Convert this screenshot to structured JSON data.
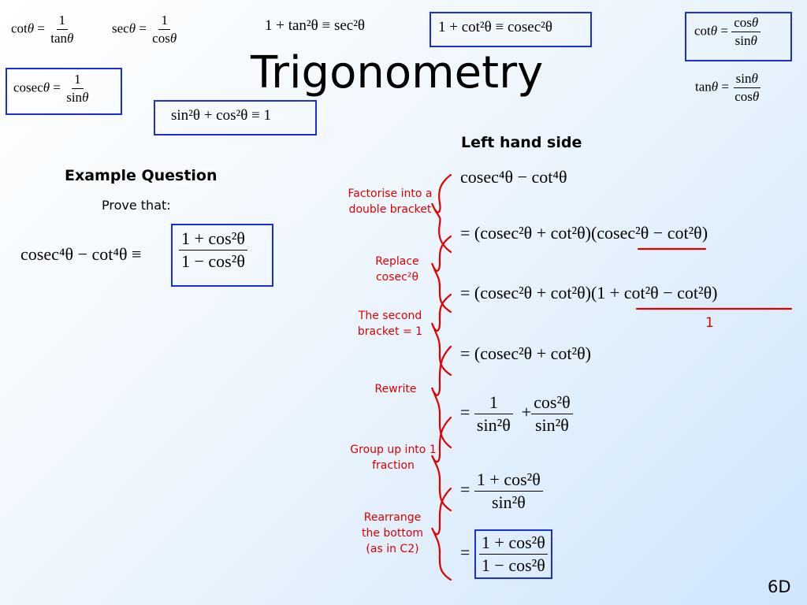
{
  "title": "Trigonometry",
  "slide_number": "6D",
  "identities": {
    "cot_recip": {
      "lhs": "cot",
      "num": "1",
      "den": "tan"
    },
    "sec_recip": {
      "lhs": "sec",
      "num": "1",
      "den": "cos"
    },
    "cosec_recip": {
      "lhs": "cosec",
      "num": "1",
      "den": "sin"
    },
    "pythag_1": "1 + tan²θ ≡ sec²θ",
    "pythag_2": "1 + cot²θ ≡ cosec²θ",
    "pythag_3": "sin²θ + cos²θ ≡ 1",
    "cot_ratio": {
      "lhs": "cot",
      "num": "cos",
      "den": "sin"
    },
    "tan_ratio": {
      "lhs": "tan",
      "num": "sin",
      "den": "cos"
    }
  },
  "example": {
    "heading": "Example Question",
    "prompt": "Prove that:",
    "lhs": "cosec⁴θ − cot⁴θ ≡",
    "num": "1 + cos²θ",
    "den": "1 − cos²θ"
  },
  "lhs_heading": "Left hand side",
  "steps": {
    "s0": "cosec⁴θ − cot⁴θ",
    "s1": "= (cosec²θ + cot²θ)(cosec²θ − cot²θ)",
    "s2": "= (cosec²θ + cot²θ)(1 + cot²θ − cot²θ)",
    "s2_note": "1",
    "s3": "= (cosec²θ + cot²θ)",
    "s4": {
      "num1": "1",
      "den1": "sin²θ",
      "num2": "cos²θ",
      "den2": "sin²θ"
    },
    "s5": {
      "num": "1 + cos²θ",
      "den": "sin²θ"
    },
    "s6": {
      "num": "1 + cos²θ",
      "den": "1 − cos²θ"
    }
  },
  "annotations": [
    {
      "text": "Factorise into a double bracket"
    },
    {
      "text": "Replace cosec²θ"
    },
    {
      "text": "The second bracket = 1"
    },
    {
      "text": "Rewrite"
    },
    {
      "text": "Group up into 1 fraction"
    },
    {
      "text": "Rearrange the bottom (as in C2)"
    }
  ],
  "colors": {
    "box_border": "#1a2ee0",
    "annotation": "#e00000",
    "bg_light": "#ffffff",
    "bg_dark": "#cfe6fb"
  }
}
